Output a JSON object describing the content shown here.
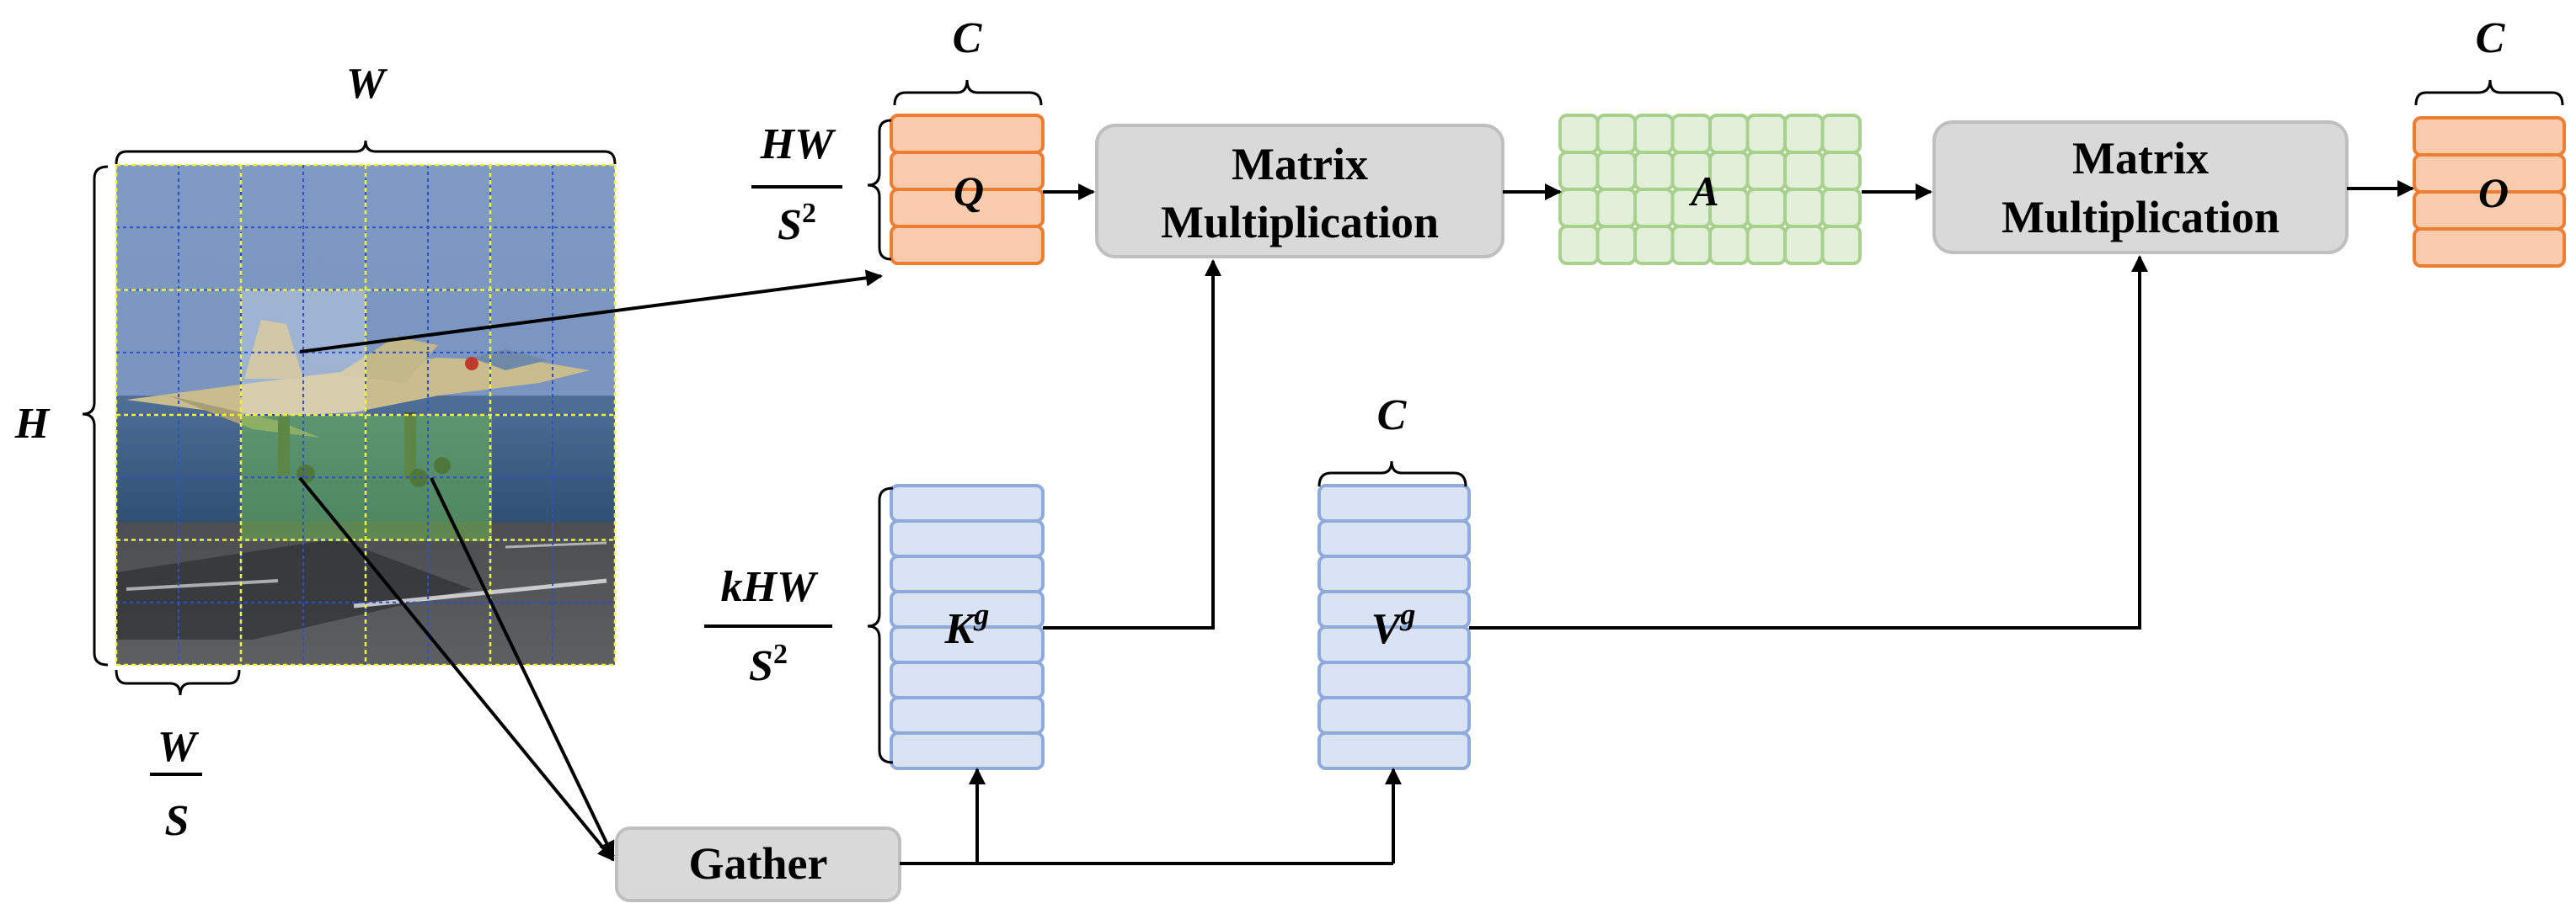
{
  "image_labels": {
    "width": "W",
    "height": "H",
    "patch_num": "W",
    "patch_den": "S"
  },
  "q_block": {
    "symbol": "Q",
    "channel_label": "C",
    "rows_num": "HW",
    "rows_den": "S",
    "rows_den_exp": "2"
  },
  "matmul_1": {
    "line1": "Matrix",
    "line2": "Multiplication"
  },
  "matmul_2": {
    "line1": "Matrix",
    "line2": "Multiplication"
  },
  "a_block": {
    "symbol": "A"
  },
  "o_block": {
    "symbol": "O",
    "channel_label": "C"
  },
  "k_block": {
    "symbol": "K",
    "superscript": "g",
    "rows_num": "kHW",
    "rows_den": "S",
    "rows_den_exp": "2"
  },
  "v_block": {
    "symbol": "V",
    "superscript": "g",
    "channel_label": "C"
  },
  "gather": {
    "label": "Gather"
  },
  "colors": {
    "orange_fill": "#f8cbad",
    "orange_stroke": "#ed7d31",
    "blue_fill": "#dae3f3",
    "blue_stroke": "#8faadc",
    "green_fill": "#e2f0d9",
    "green_stroke": "#a9d18e",
    "gray_fill": "#d9d9d9",
    "gray_stroke": "#bfbfbf",
    "arrow": "#000000"
  }
}
